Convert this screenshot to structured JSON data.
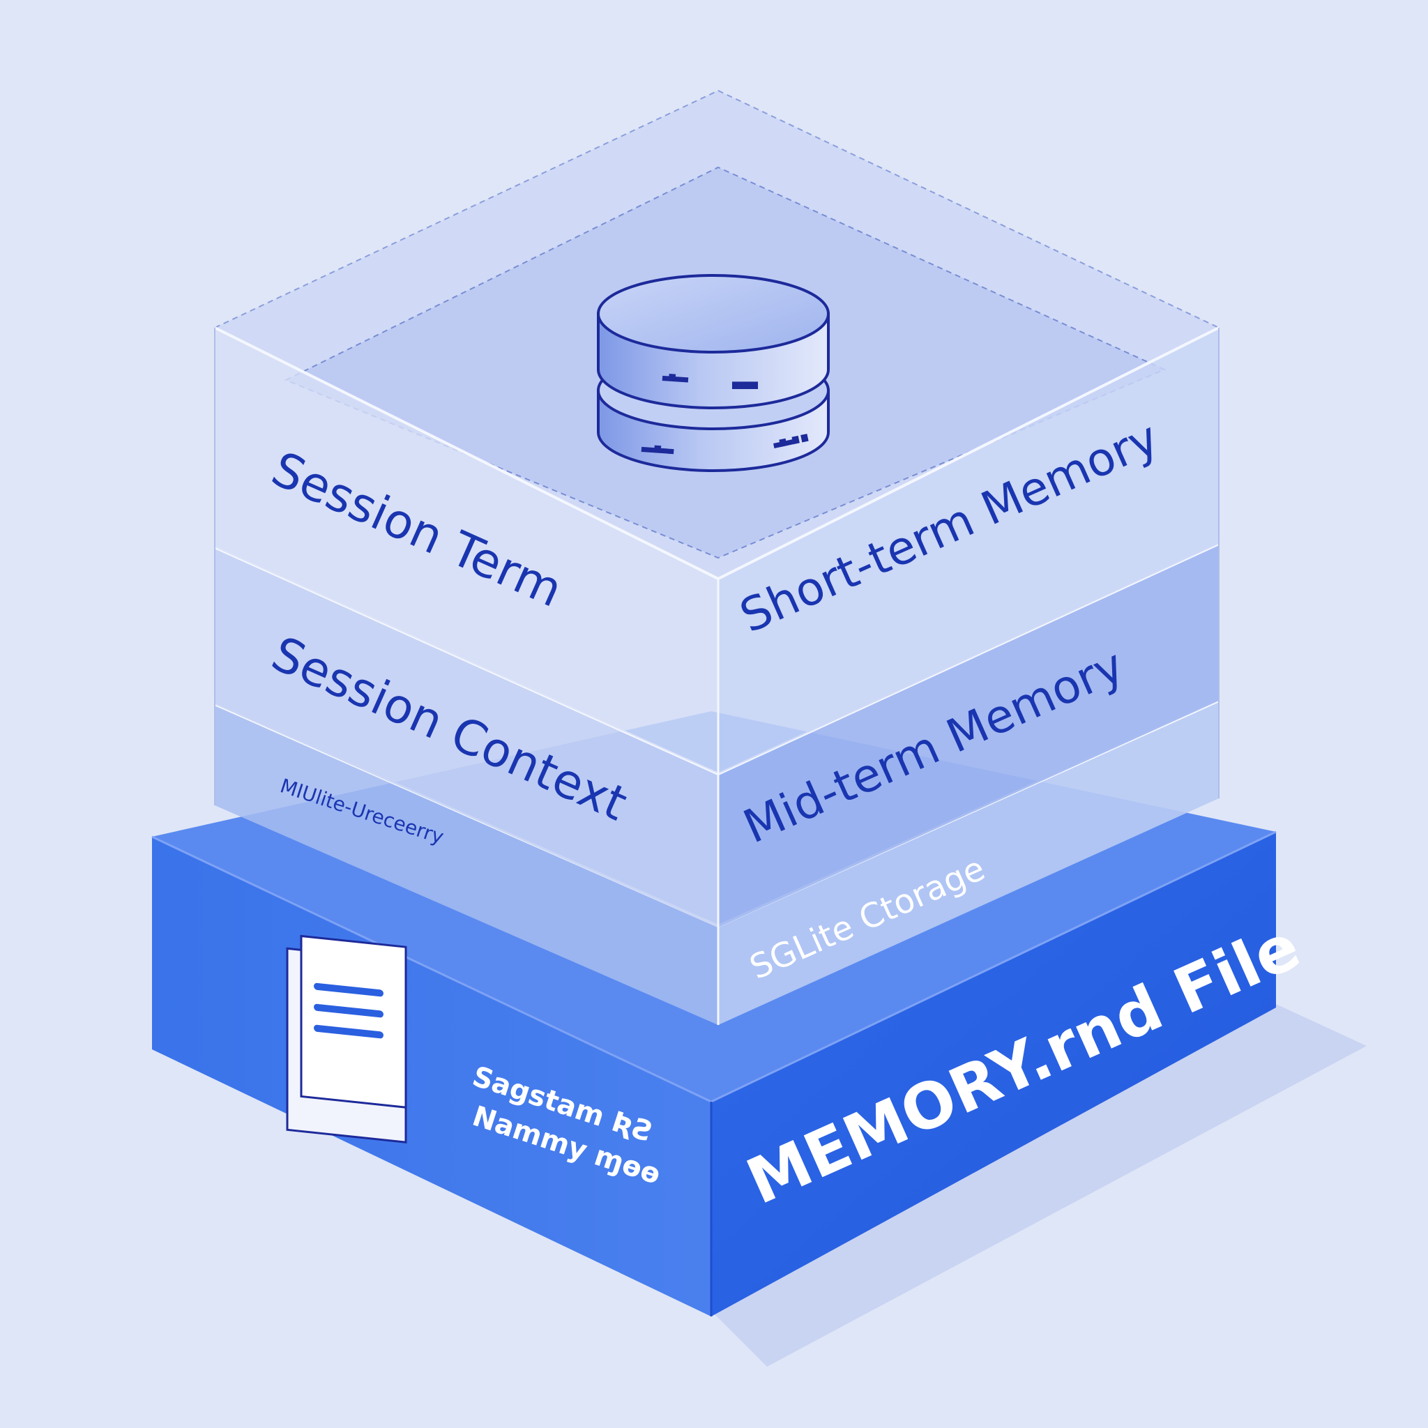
{
  "colors": {
    "background": "#dfe6f7",
    "base_front": "#2a64e4",
    "base_left": "#3f78ec",
    "layer_text": "#1a35b0",
    "outline": "#1d2a9a"
  },
  "layers": {
    "top_left_label": "Session Term",
    "top_right_label": "Short-term Memory",
    "middle_left_label": "Session Context",
    "middle_right_label": "Mid-term Memory",
    "lower_left_label": "MIUlite-Ureceerry",
    "lower_right_label": "SGLite Ctorage"
  },
  "base": {
    "front_label": "MEMORY.rnd File",
    "left_label_line1": "Sagstam ƦƧ",
    "left_label_line2": "Nammy ɱɵɵ"
  },
  "database": {
    "icon": "database-cylinder-icon",
    "upper_left": "▄▆▄▄",
    "upper_right": "▆▆▆▆",
    "lower_left": "▄▄▆▄▄",
    "lower_right": "▄▆▄▆ ▆"
  },
  "document": {
    "icon": "document-icon"
  }
}
